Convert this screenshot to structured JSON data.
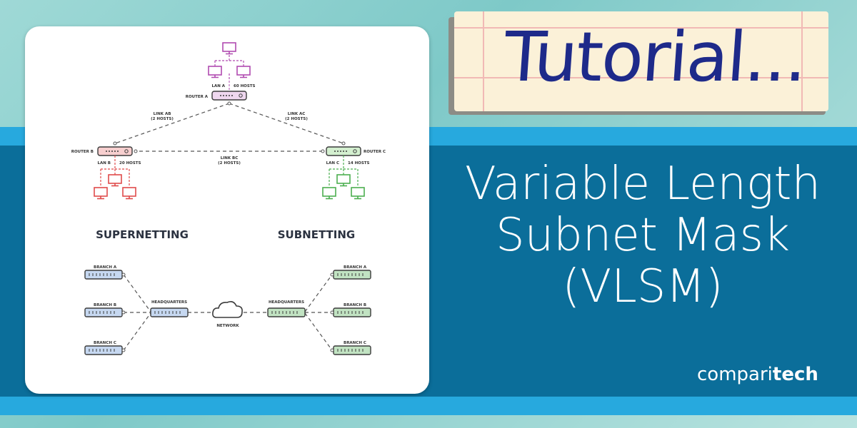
{
  "banner": {
    "tag": "Tutorial...",
    "title_lines": [
      "Variable Length",
      "Subnet Mask",
      "(VLSM)"
    ],
    "brand_regular": "compari",
    "brand_bold": "tech",
    "colors": {
      "band_light": "#27a9de",
      "band_dark": "#0b6e9a",
      "note": "#fbf1d8",
      "tag_text": "#1e2a8a"
    }
  },
  "top_diagram": {
    "router_a": "ROUTER A",
    "router_b": "ROUTER B",
    "router_c": "ROUTER C",
    "lan_a": "LAN A",
    "lan_a_hosts": "60 HOSTS",
    "lan_b": "LAN B",
    "lan_b_hosts": "20 HOSTS",
    "lan_c": "LAN C",
    "lan_c_hosts": "14 HOSTS",
    "link_ab": "LINK AB",
    "link_ab_hosts": "(2 HOSTS)",
    "link_ac": "LINK AC",
    "link_ac_hosts": "(2 HOSTS)",
    "link_bc": "LINK BC",
    "link_bc_hosts": "(2 HOSTS)",
    "colors": {
      "lan_a": "#b04bb0",
      "lan_b": "#e04b4b",
      "lan_c": "#4caf50"
    }
  },
  "headings": {
    "left": "SUPERNETTING",
    "right": "SUBNETTING"
  },
  "bottom_diagram": {
    "left_branches": [
      "BRANCH A",
      "BRANCH B",
      "BRANCH C"
    ],
    "left_hq": "HEADQUARTERS",
    "network": "NETWORK",
    "right_hq": "HEADQUARTERS",
    "right_branches": [
      "BRANCH A",
      "BRANCH B",
      "BRANCH C"
    ],
    "colors": {
      "left": "#5b8fd6",
      "right": "#4caf50"
    }
  }
}
